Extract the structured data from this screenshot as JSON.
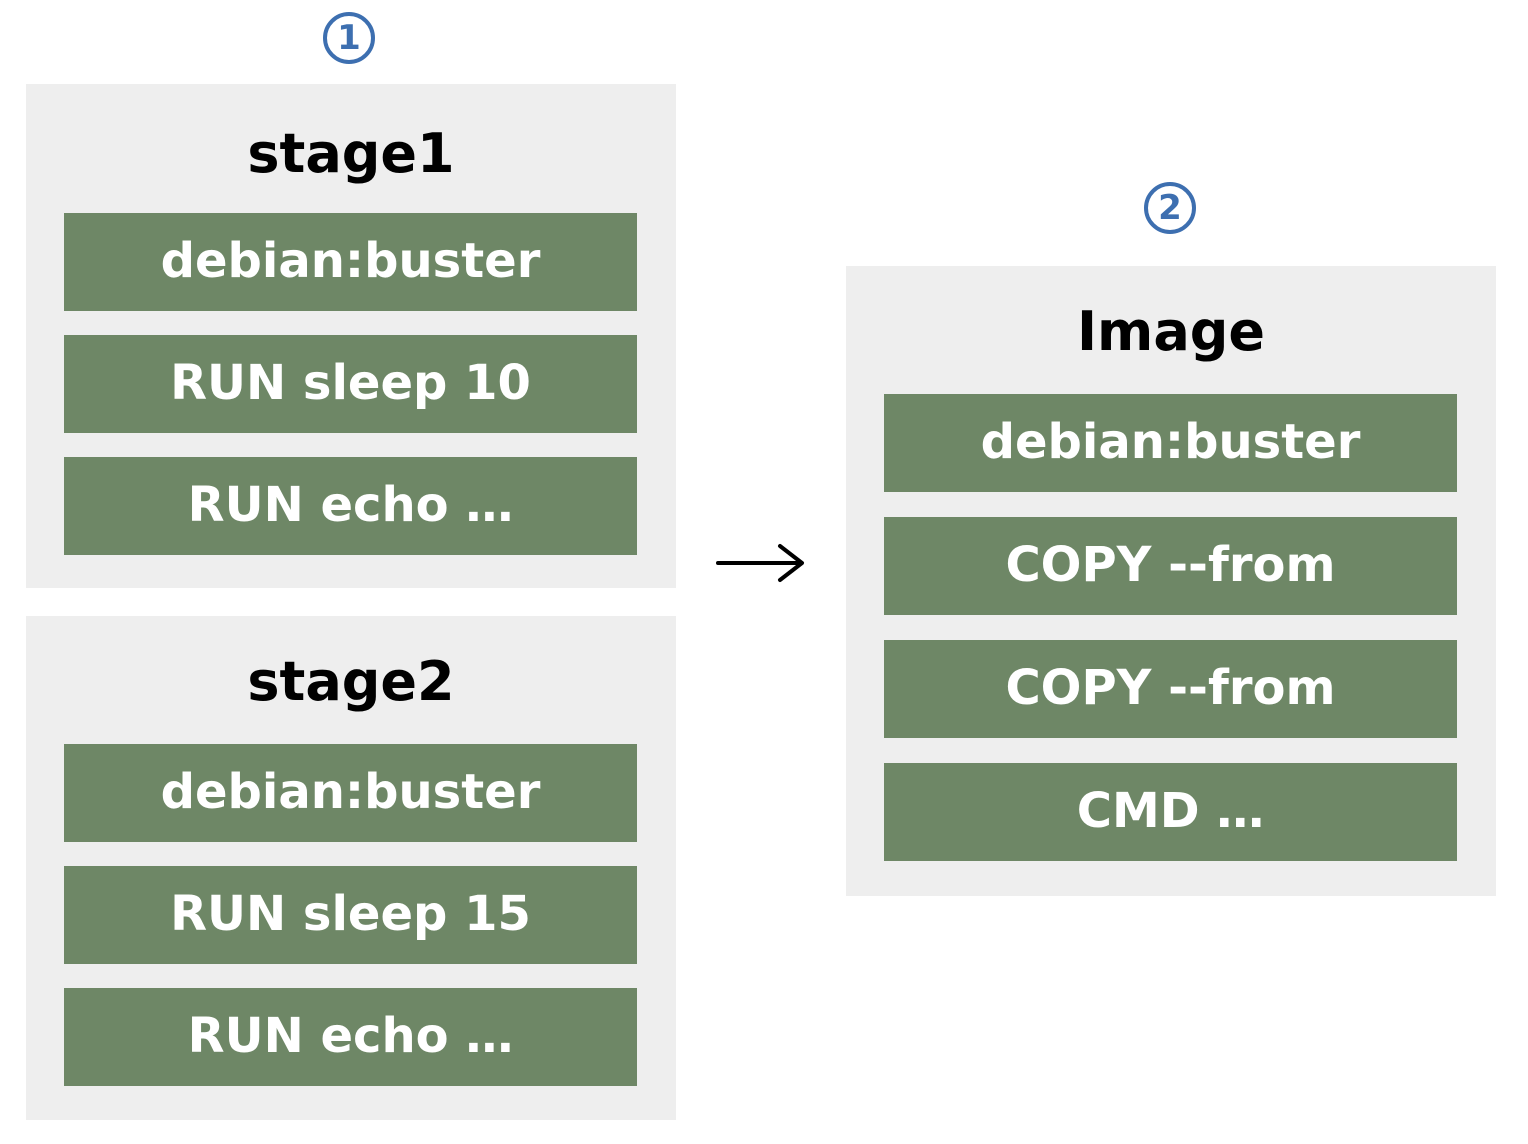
{
  "markers": {
    "first": "1",
    "second": "2"
  },
  "stage1": {
    "title": "stage1",
    "layers": [
      "debian:buster",
      "RUN sleep 10",
      "RUN echo …"
    ]
  },
  "stage2": {
    "title": "stage2",
    "layers": [
      "debian:buster",
      "RUN sleep 15",
      "RUN echo …"
    ]
  },
  "image": {
    "title": "Image",
    "layers": [
      "debian:buster",
      "COPY --from",
      "COPY --from",
      "CMD …"
    ]
  },
  "colors": {
    "layer_fill": "#6e8766",
    "panel_fill": "#eeeeee",
    "marker": "#3d6fb0"
  },
  "icons": {
    "arrow": "right-arrow-icon"
  }
}
